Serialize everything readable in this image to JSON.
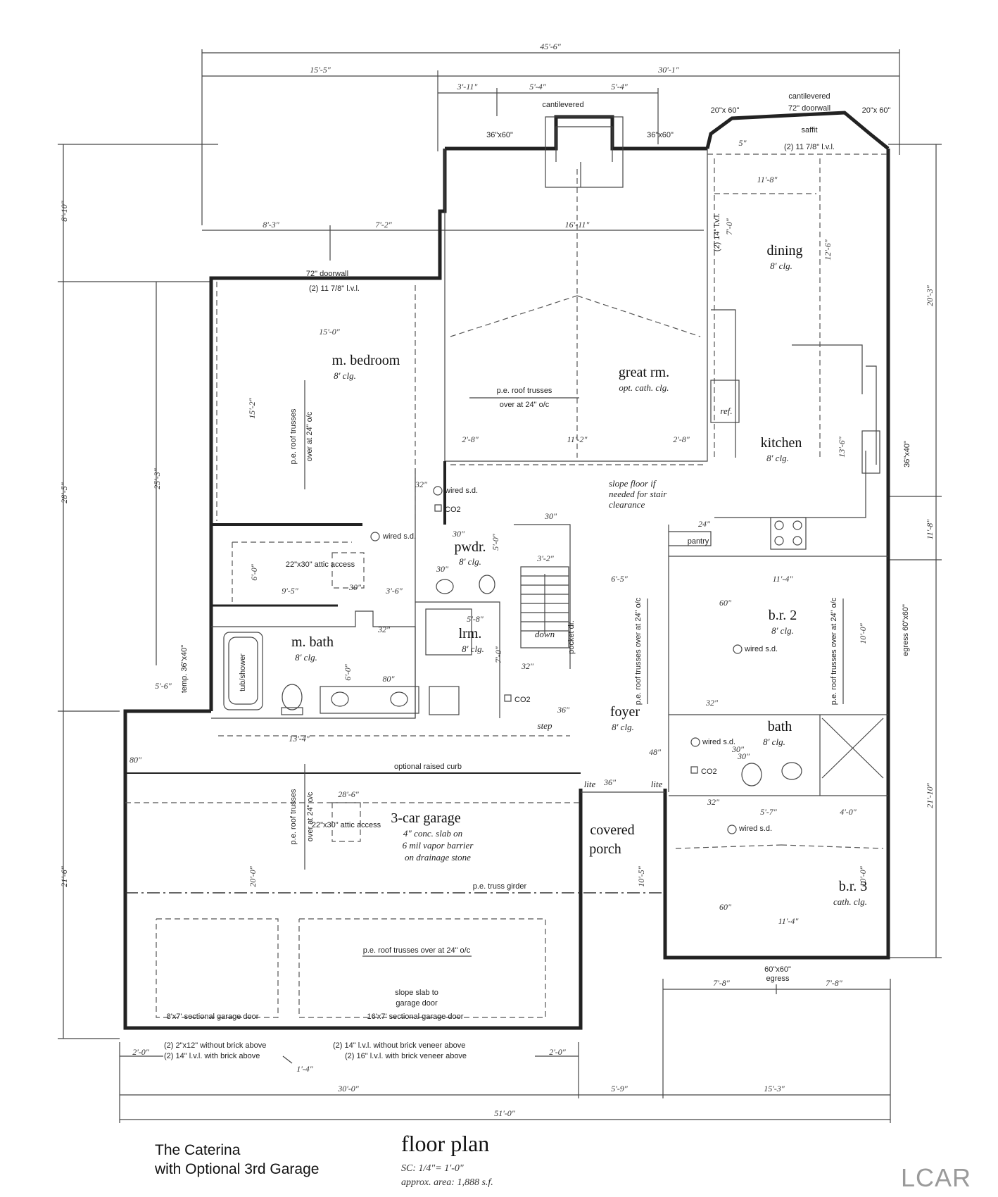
{
  "overall_dims": {
    "top_total": "45'-6\"",
    "top_left": "15'-5\"",
    "top_right": "30'-1\"",
    "bay_a": "3'-11\"",
    "bay_b": "5'-4\"",
    "bay_c": "5'-4\"",
    "left_upper": "8'-10\"",
    "left_main": "28'-5\"",
    "left_garage": "21'-6\"",
    "left_bed": "25'-3\"",
    "right_top": "20'-3\"",
    "right_mid": "11'-8\"",
    "right_bottom": "21'-10\"",
    "bottom_left": "30'-0\"",
    "bottom_mid": "5'-9\"",
    "bottom_right": "15'-3\"",
    "bottom_total": "51'-0\"",
    "bot_left_2": "2'-0\"",
    "bot_right_2": "2'-0\"",
    "bot_small": "1'-4\"",
    "right_7_8_a": "7'-8\"",
    "right_7_8_b": "7'-8\""
  },
  "rooms": {
    "master_bedroom": {
      "name": "m. bedroom",
      "ceiling": "8' clg.",
      "width": "15'-0\"",
      "depth": "15'-2\""
    },
    "great_room": {
      "name": "great rm.",
      "ceiling": "opt. cath. clg.",
      "width": "16'-11\"",
      "sub_dims": [
        "2'-8\"",
        "11'-2\"",
        "2'-8\""
      ]
    },
    "dining": {
      "name": "dining",
      "ceiling": "8' clg.",
      "width": "11'-8\"",
      "depth": "12'-6\""
    },
    "kitchen": {
      "name": "kitchen",
      "ceiling": "8' clg.",
      "depth": "13'-6\""
    },
    "powder": {
      "name": "pwdr.",
      "ceiling": "8' clg.",
      "dims": [
        "5'-0\""
      ]
    },
    "laundry": {
      "name": "lrm.",
      "ceiling": "8' clg.",
      "dims": [
        "5'-8\"",
        "7'-0\""
      ]
    },
    "master_bath": {
      "name": "m. bath",
      "ceiling": "8' clg.",
      "dims": [
        "6'-0\""
      ]
    },
    "br2": {
      "name": "b.r. 2",
      "ceiling": "8' clg.",
      "width": "11'-4\"",
      "depth": "10'-0\""
    },
    "bath": {
      "name": "bath",
      "ceiling": "8' clg."
    },
    "br3": {
      "name": "b.r. 3",
      "ceiling": "cath. clg.",
      "width": "11'-4\"",
      "depth": "10'-0\""
    },
    "foyer": {
      "name": "foyer",
      "ceiling": "8' clg."
    },
    "porch": {
      "line1": "covered",
      "line2": "porch"
    },
    "garage": {
      "name": "3-car garage",
      "notes": [
        "4\" conc. slab on",
        "6 mil vapor barrier",
        "on drainage stone"
      ],
      "width": "28'-6\"",
      "depth": "20'-0\""
    },
    "pantry": "pantry",
    "step": "step",
    "down": "down"
  },
  "labels": {
    "cantilevered_1": "cantilevered",
    "cantilevered_2": "cantilevered",
    "doorwall_72_top": "72\" doorwall",
    "saffit": "saffit",
    "doorwall_72_left": "72\" doorwall",
    "lvl_top": "(2) 11 7/8\" l.v.l.",
    "lvl_left": "(2) 11 7/8\" l.v.l.",
    "lvl_vertical": "(2) 14\" l.v.l.",
    "win_36x60_a": "36\"x60\"",
    "win_36x60_b": "36\"x60\"",
    "win_20x60_a": "20\"x 60\"",
    "win_20x60_b": "20\"x 60\"",
    "win_36x40": "36\"x40\"",
    "egress_right": "egress 60\"x60\"",
    "egress_bottom_1": "60\"x60\"",
    "egress_bottom_2": "egress",
    "dim_7_0": "7'-0\"",
    "dim_5": "5\"",
    "dim_9_5": "9'-5\"",
    "dim_3_6": "3'-6\"",
    "dim_3_2": "3'-2\"",
    "dim_6_5": "6'-5\"",
    "dim_6_0_wic": "6'-0\"",
    "dim_13_4": "13'-4\"",
    "dim_5_6": "5'-6\"",
    "dim_5_7": "5'-7\"",
    "dim_4_0": "4'-0\"",
    "dim_10_5": "10'-5\"",
    "dim_8_3": "8'-3\"",
    "dim_7_2": "7'-2\"",
    "temp": "temp. 36\"x40\"",
    "attic_1": "22\"x30\" attic access",
    "attic_2": "22\"x30\" attic access",
    "truss_1": "p.e. roof trusses",
    "truss_1b": "over at 24\" o/c",
    "truss_2": "p.e. roof trusses",
    "truss_2b": "over at 24\" o/c",
    "truss_3": "p.e. roof trusses over at 24\" o/c",
    "truss_4": "p.e. roof trusses over at 24\" o/c",
    "truss_5": "p.e. roof trusses over at 24\" o/c",
    "truss_6": "p.e. roof trusses",
    "truss_6b": "over at 24\" o/c",
    "truss_girder": "p.e. truss girder",
    "slope_floor": [
      "slope floor if",
      "needed for stair",
      "clearance"
    ],
    "raised_curb": "optional raised curb",
    "slope_slab": [
      "slope slab to",
      "garage door"
    ],
    "garage_door_1": "8'x7' sectional garage door",
    "garage_door_2": "16'x7' sectional garage door",
    "hdr_1": "(2) 2\"x12\" without brick above",
    "hdr_2": "(2) 14\" l.v.l. with brick above",
    "hdr_3": "(2) 14\" l.v.l. without brick veneer above",
    "hdr_4": "(2) 16\" l.v.l. with brick veneer above",
    "wired_sd": "wired s.d.",
    "co2": "CO2",
    "ref": "ref.",
    "tub": "tub/shower",
    "pocket": "pocket dr.",
    "lite_1": "lite",
    "lite_2": "lite",
    "doors": [
      "32\"",
      "30\"",
      "30\"",
      "24\"",
      "60\"",
      "60\"",
      "30\"",
      "30\"",
      "32\"",
      "32\"",
      "48\"",
      "30\"",
      "30\"",
      "32\"",
      "36\"",
      "36\"",
      "32\"",
      "80\""
    ]
  },
  "caption": {
    "line1": "The Caterina",
    "line2": "with Optional 3rd Garage"
  },
  "title": {
    "main": "floor plan",
    "scale": "SC: 1/4\"= 1'-0\"",
    "area": "approx. area: 1,888 s.f."
  },
  "logo": "LCAR"
}
